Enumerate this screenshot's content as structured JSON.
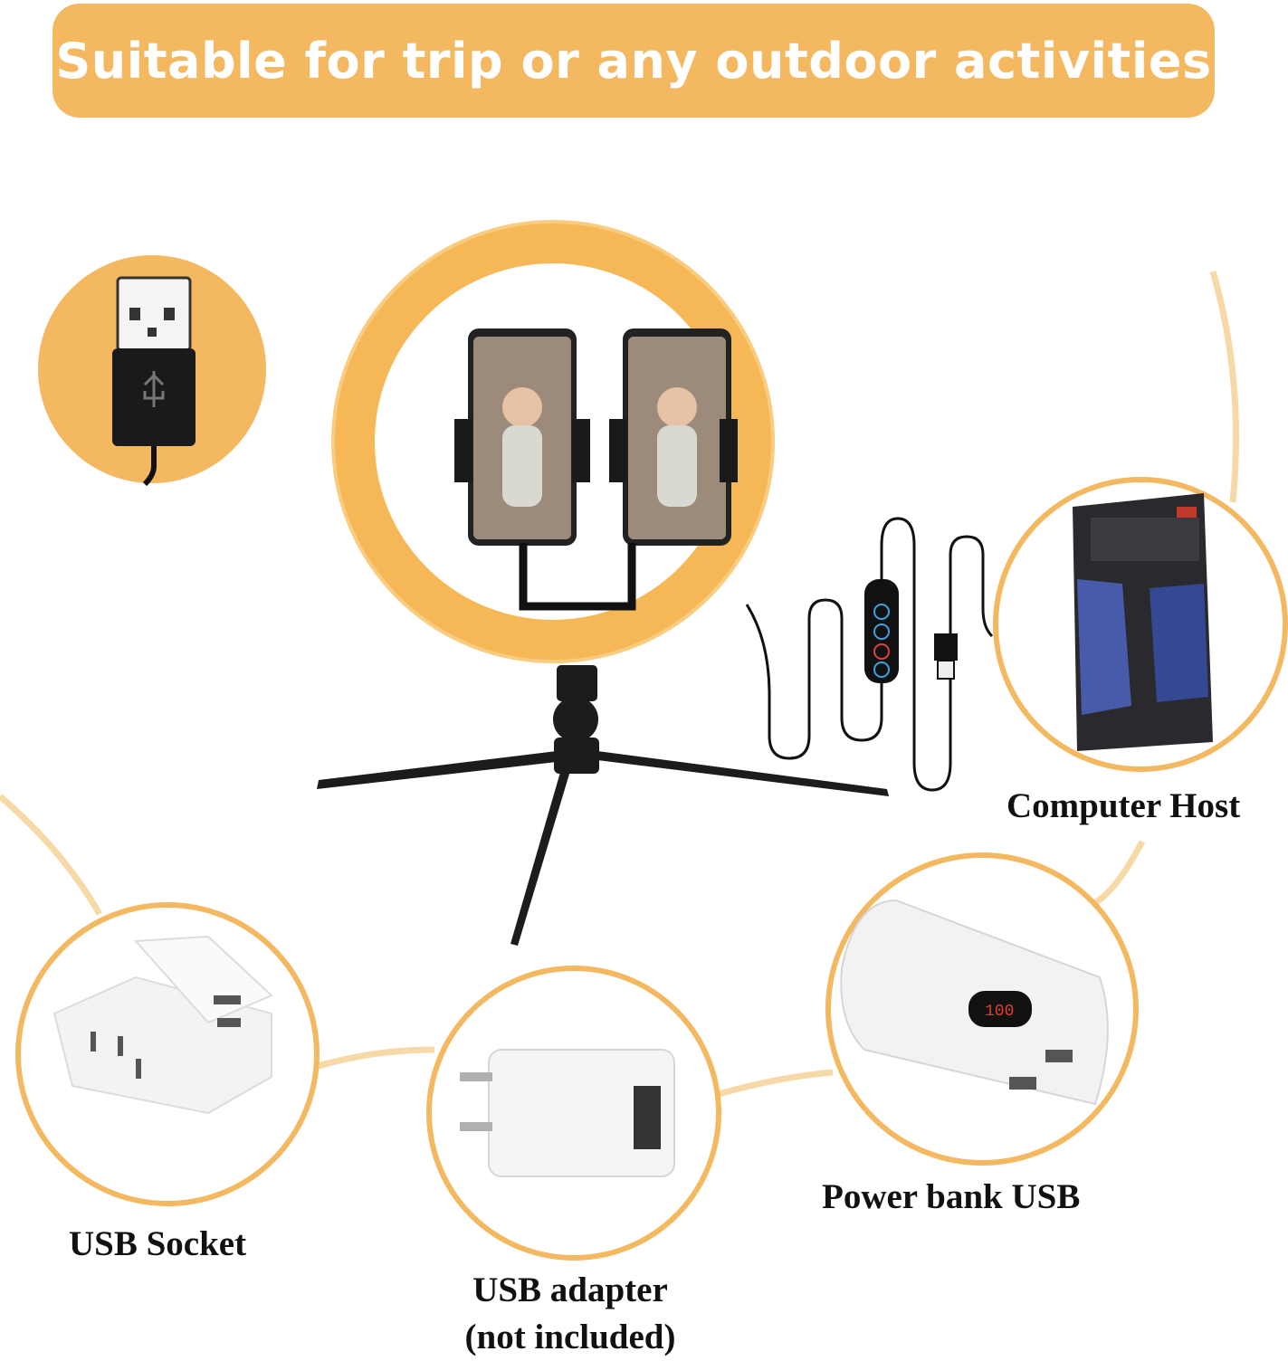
{
  "banner": {
    "text": "Suitable for trip or any outdoor activities"
  },
  "captions": {
    "computer_host": "Computer Host",
    "power_bank": "Power bank USB",
    "usb_socket": "USB Socket",
    "usb_adapter_line1": "USB adapter",
    "usb_adapter_line2": "(not included)"
  },
  "colors": {
    "accent": "#f3b860",
    "ring_light": "#f6b857",
    "connector_line": "#f7d9a8",
    "text": "#111111"
  },
  "icons": [
    "usb-plug-icon",
    "ring-light-icon",
    "phone-icon",
    "tripod-icon",
    "controller-icon",
    "computer-tower-icon",
    "power-bank-icon",
    "socket-icon",
    "usb-adapter-icon"
  ]
}
